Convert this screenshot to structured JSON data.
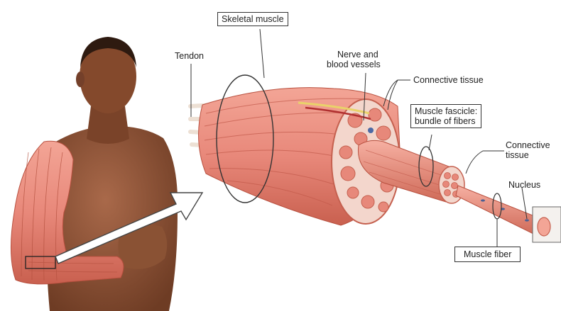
{
  "labels": {
    "skeletal_muscle": "Skeletal muscle",
    "tendon": "Tendon",
    "nerve_vessels_line1": "Nerve and",
    "nerve_vessels_line2": "blood vessels",
    "connective_tissue_top": "Connective tissue",
    "fascicle_line1": "Muscle fascicle:",
    "fascicle_line2": "bundle of fibers",
    "connective_right_line1": "Connective",
    "connective_right_line2": "tissue",
    "nucleus": "Nucleus",
    "muscle_fiber": "Muscle fiber"
  },
  "colors": {
    "muscle": "#e8887a",
    "muscle_dark": "#c9604f",
    "muscle_light": "#f6c2b6",
    "skin": "#8a5234",
    "skin_dark": "#5e3420",
    "tendon": "#f4e9df",
    "outline": "#333333"
  }
}
